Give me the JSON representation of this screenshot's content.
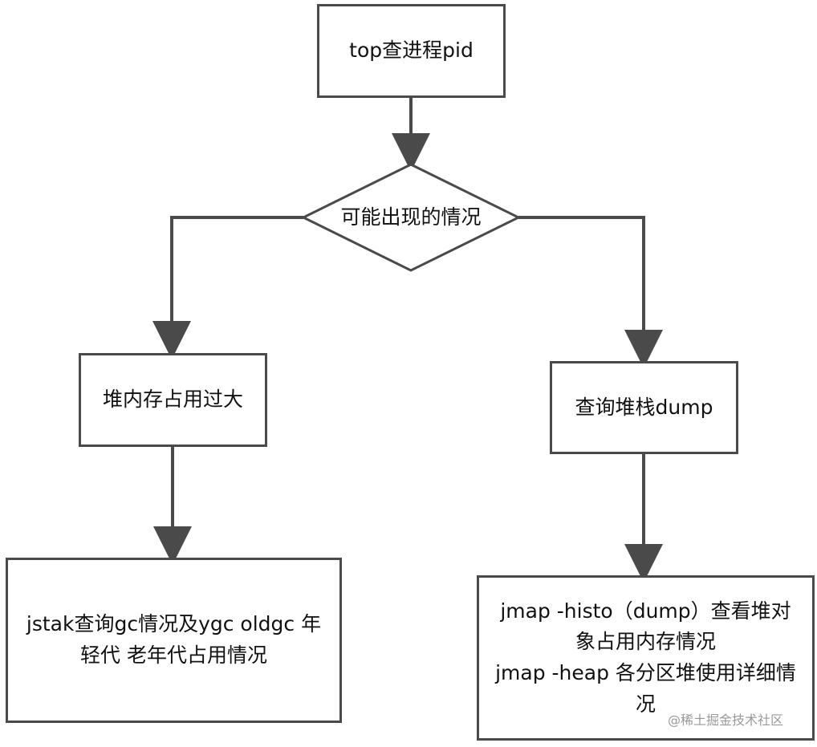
{
  "nodes": {
    "top": {
      "label": "top查进程pid"
    },
    "decision": {
      "label": "可能出现的情况"
    },
    "left_mid": {
      "label": "堆内存占用过大"
    },
    "right_mid": {
      "label": "查询堆栈dump"
    },
    "left_bottom": {
      "label": "jstak查询gc情况及ygc  oldgc 年轻代 老年代占用情况"
    },
    "right_bottom": {
      "line1": "jmap -histo（dump）查看堆对象占用内存情况",
      "line2": "jmap -heap 各分区堆使用详细情况"
    }
  },
  "watermark": {
    "text": "@稀土掘金技术社区"
  },
  "colors": {
    "stroke": "#4a4a4a",
    "text": "#111111",
    "watermark": "#9a9a9a"
  }
}
